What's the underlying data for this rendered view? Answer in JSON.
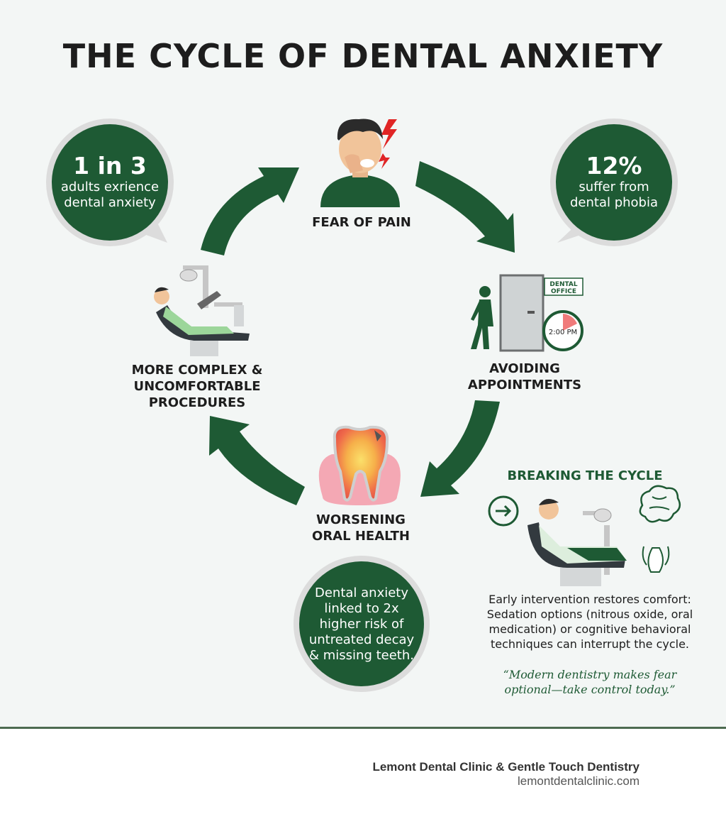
{
  "title": "THE CYCLE OF DENTAL ANXIETY",
  "stages": {
    "fear": "FEAR OF PAIN",
    "avoid_1": "AVOIDING",
    "avoid_2": "APPOINTMENTS",
    "worse_1": "WORSENING",
    "worse_2": "ORAL HEALTH",
    "complex_1": "MORE COMPLEX &",
    "complex_2": "UNCOMFORTABLE",
    "complex_3": "PROCEDURES"
  },
  "stats": {
    "left_big": "1 in 3",
    "left_l1": "adults exrience",
    "left_l2": "dental anxiety",
    "right_big": "12%",
    "right_l1": "suffer from",
    "right_l2": "dental phobia"
  },
  "fact": {
    "l1": "Dental anxiety",
    "l2": "linked to 2x",
    "l3": "higher risk of",
    "l4": "untreated decay",
    "l5": "& missing teeth."
  },
  "door_sign_1": "DENTAL",
  "door_sign_2": "OFFICE",
  "clock_time": "2:00 PM",
  "breaking": {
    "title": "BREAKING THE CYCLE",
    "body_1": "Early intervention restores comfort:",
    "body_2": "Sedation options (nitrous oxide, oral",
    "body_3": "medication) or cognitive behavioral",
    "body_4": "techniques can interrupt the cycle.",
    "quote_1": "“Modern dentistry makes fear",
    "quote_2": "optional—take control today.”"
  },
  "footer": {
    "name": "Lemont Dental Clinic & Gentle Touch Dentistry",
    "url": "lemontdentalclinic.com"
  },
  "colors": {
    "brand_green": "#1e5a34",
    "footer_rule": "#4d6b50",
    "logo_teal": "#1fa7a7"
  }
}
